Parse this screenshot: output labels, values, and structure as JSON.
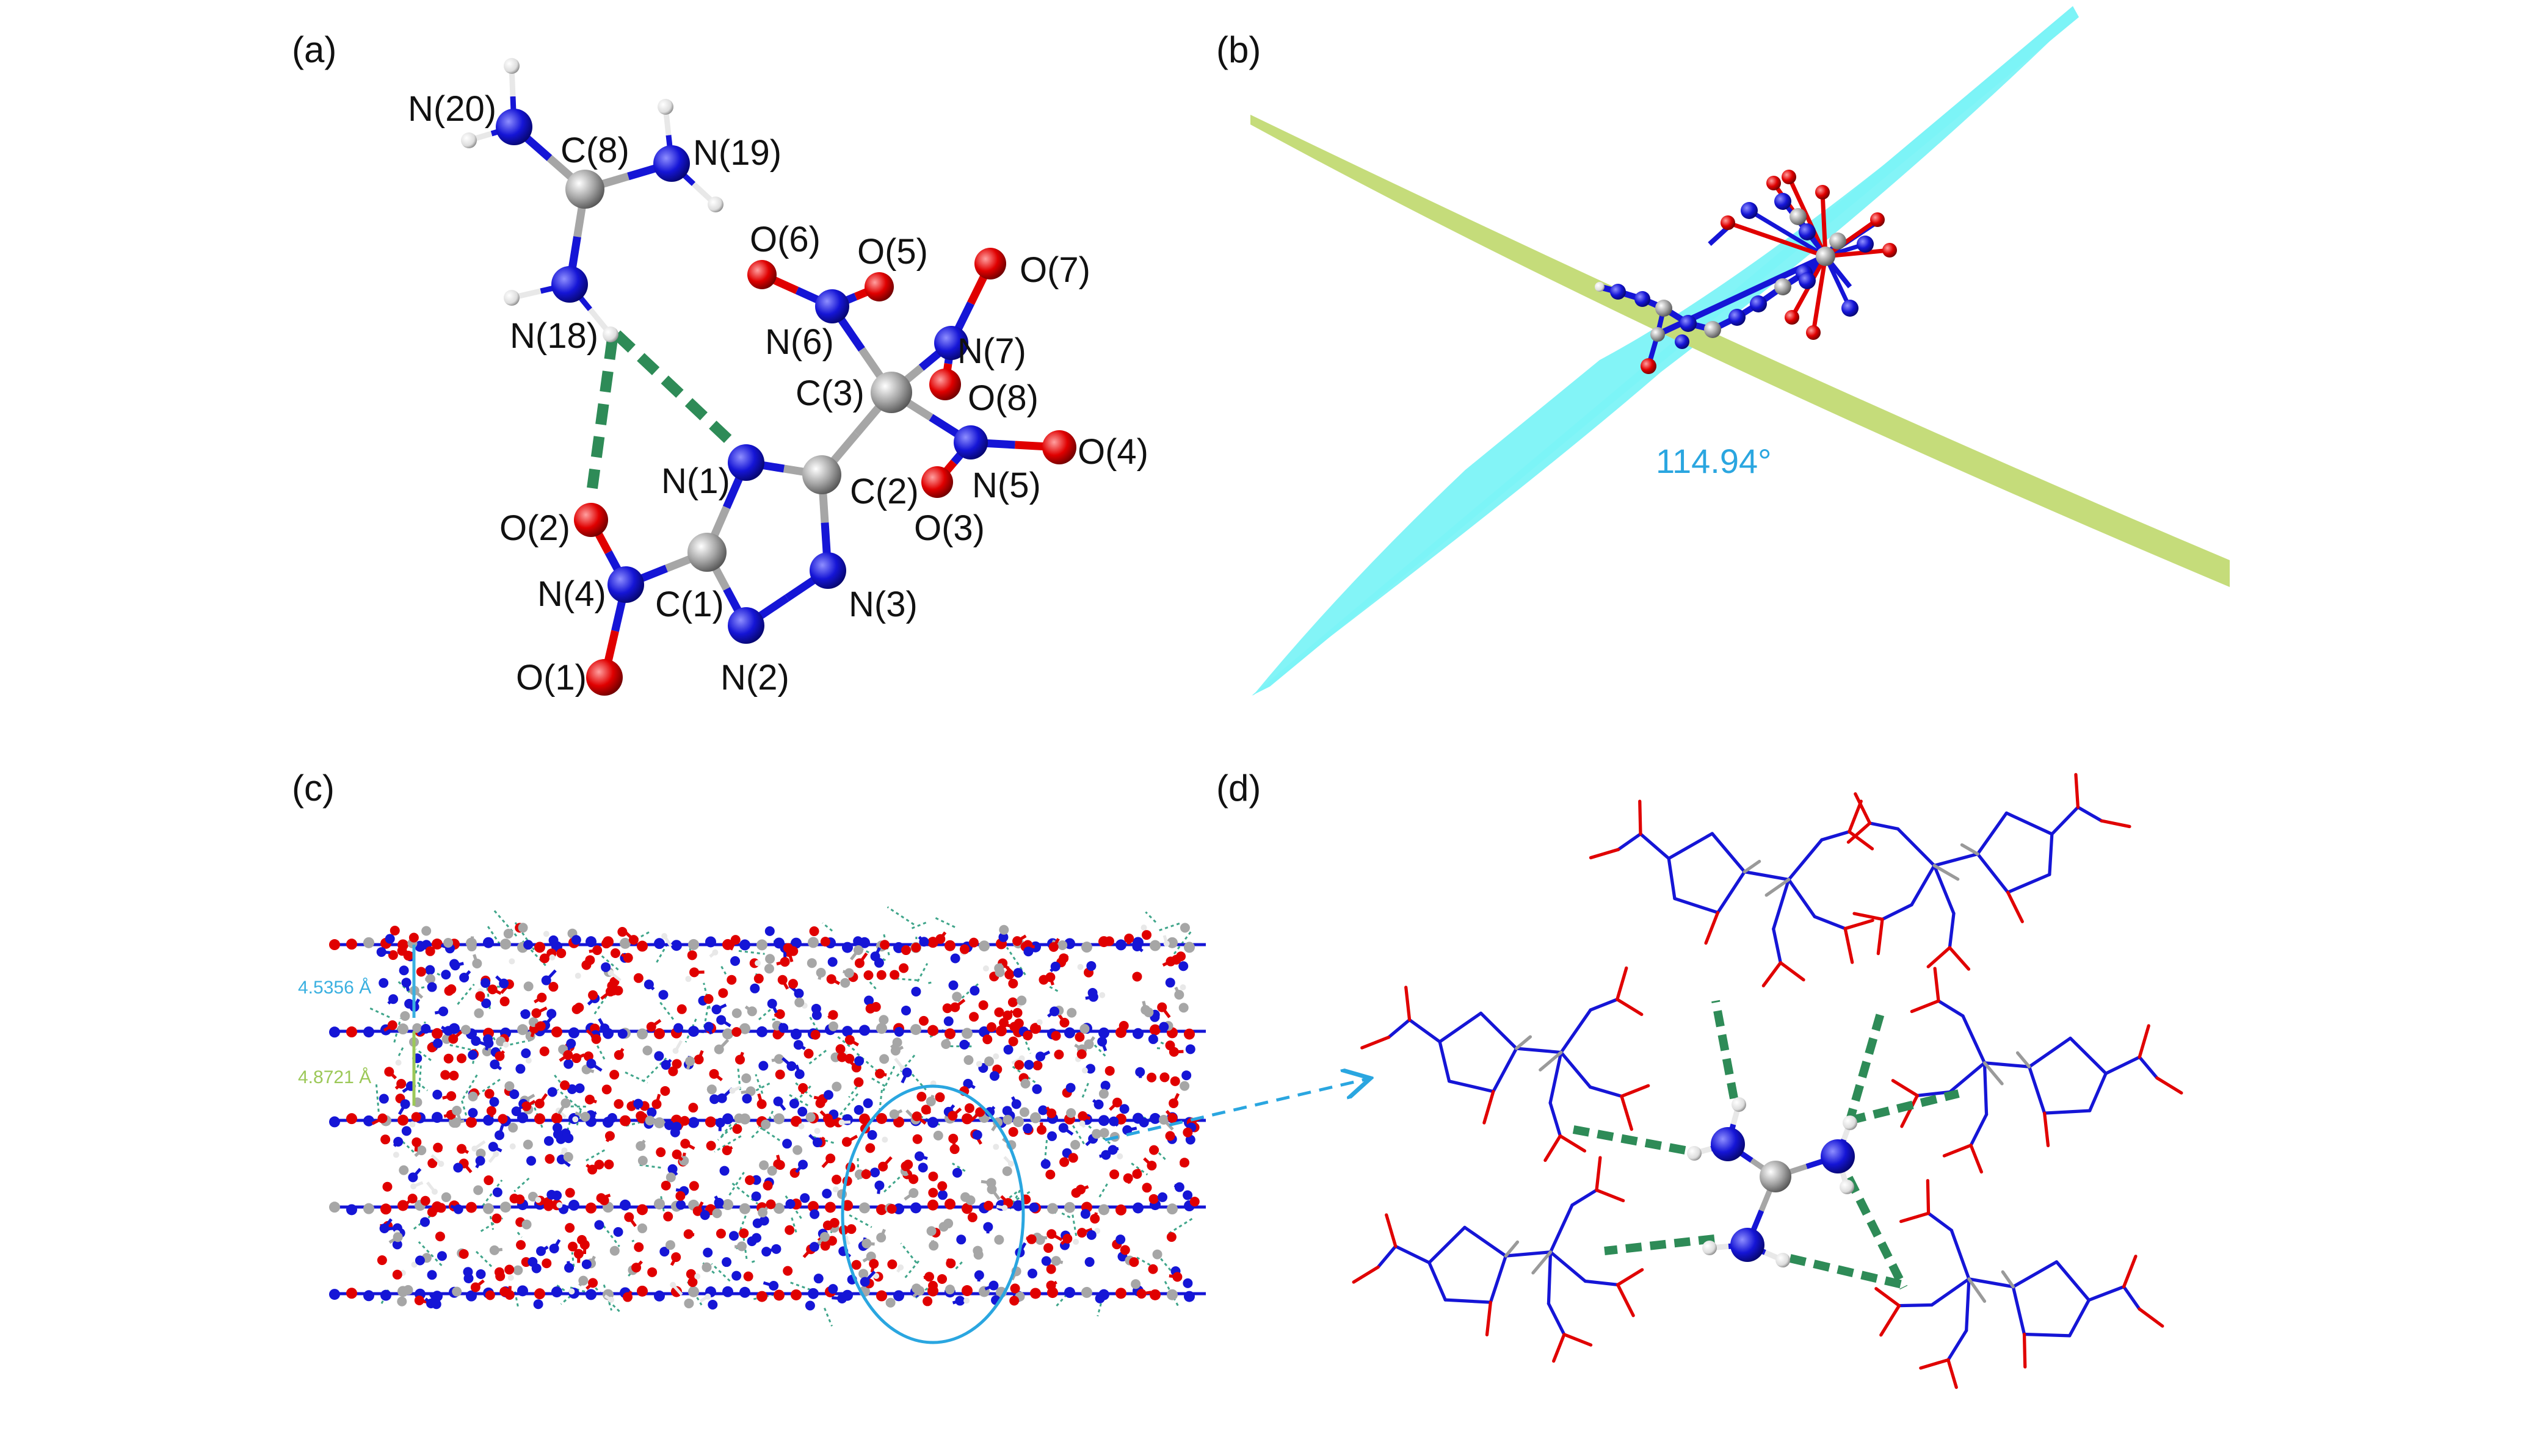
{
  "colors": {
    "nitrogen": "#1515d6",
    "oxygen": "#e00000",
    "carbon": "#a6a6a6",
    "hydrogen": "#e8e8e8",
    "hbond": "#2e8b57",
    "plane_cyan": "#7cf3f7",
    "plane_green": "#c5dc7a",
    "angle_text": "#2aa6e0",
    "dist1": "#3ab0e0",
    "dist2": "#9cc858",
    "arrow": "#2aa6e0"
  },
  "panels": {
    "a": {
      "label": "(a)"
    },
    "b": {
      "label": "(b)",
      "angle": "114.94°"
    },
    "c": {
      "label": "(c)",
      "distance_1": "4.5356 Å",
      "distance_2": "4.8721 Å"
    },
    "d": {
      "label": "(d)"
    }
  },
  "atoms": {
    "n20": "N(20)",
    "c8": "C(8)",
    "n19": "N(19)",
    "n18": "N(18)",
    "o6": "O(6)",
    "o5": "O(5)",
    "o7": "O(7)",
    "n6": "N(6)",
    "n7": "N(7)",
    "c3": "C(3)",
    "o8": "O(8)",
    "n1": "N(1)",
    "c2": "C(2)",
    "n5": "N(5)",
    "o4": "O(4)",
    "o3": "O(3)",
    "o2": "O(2)",
    "n4": "N(4)",
    "c1": "C(1)",
    "n3": "N(3)",
    "n2": "N(2)",
    "o1": "O(1)"
  }
}
